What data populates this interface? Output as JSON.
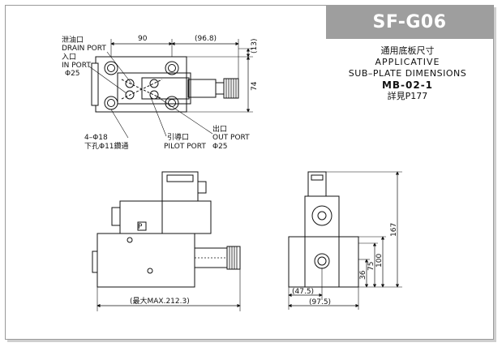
{
  "model_tab": "SF-G06",
  "subplate": {
    "line_cn": "通用底板尺寸",
    "line_en1": "APPLICATIVE",
    "line_en2": "SUB–PLATE DIMENSIONS",
    "model": "MB-02-1",
    "ref": "詳見P177"
  },
  "top_view": {
    "drain_cn": "泄油口",
    "drain_en": "DRAIN PORT",
    "in_cn": "入口",
    "in_en": "IN PORT",
    "in_dia": "Φ25",
    "holes1": "4–Φ18",
    "holes2": "下孔Φ11鑽通",
    "pilot_cn": "引導口",
    "pilot_en": "PILOT PORT",
    "out_cn": "出口",
    "out_en": "OUT PORT",
    "out_dia": "Φ25",
    "dim_90": "90",
    "dim_96_8": "(96.8)",
    "dim_13": "(13)",
    "dim_74": "74"
  },
  "front_view": {
    "dim_max": "(最大MAX.212.3)",
    "plate_letter": "P"
  },
  "side_view": {
    "dim_167": "167",
    "dim_100": "100",
    "dim_75": "75",
    "dim_36": "36",
    "dim_47_5": "(47.5)",
    "dim_97_5": "(97.5)"
  }
}
